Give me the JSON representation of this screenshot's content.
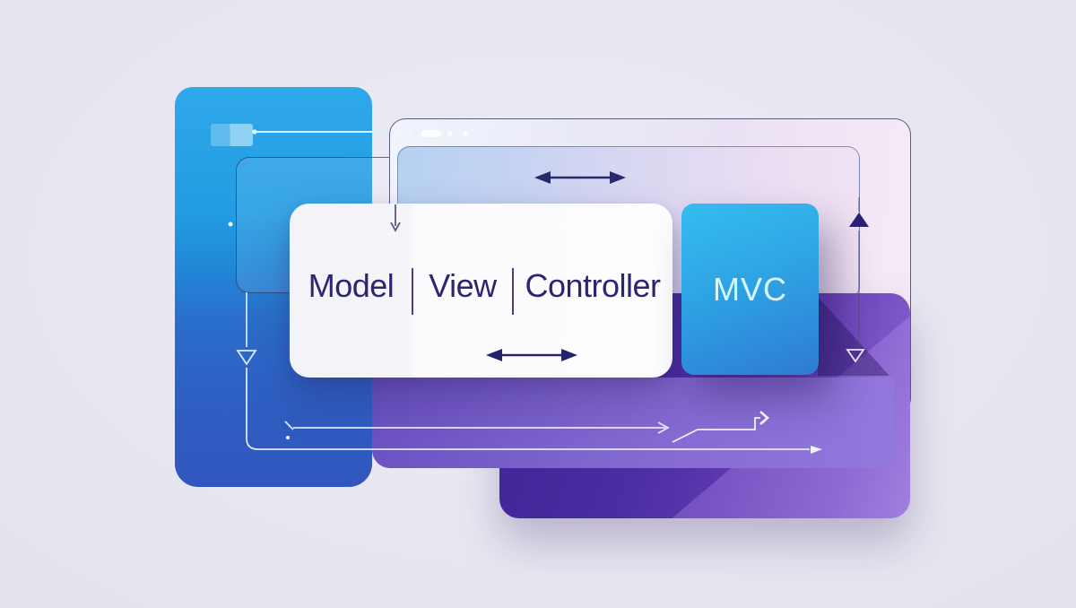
{
  "diagram": {
    "title": "MVC architecture illustration",
    "labels": {
      "model": "Model",
      "view": "View",
      "controller": "Controller",
      "badge": "MVC"
    },
    "icons": {
      "window_controls": "window-controls-icon",
      "top_arrow": "double-arrow-horizontal-icon",
      "card_arrow": "double-arrow-horizontal-icon",
      "entry_arrow": "arrow-down-icon",
      "right_up_triangle": "triangle-up-icon",
      "right_down_triangle": "triangle-down-outline-icon",
      "left_down_triangle": "triangle-down-outline-icon",
      "flow_chevron": "chevron-right-icon",
      "flow_arrowhead": "arrow-right-icon"
    },
    "colors": {
      "background": "#e6e5ef",
      "blue_panel_top": "#2fa9ea",
      "blue_panel_bottom": "#3156bd",
      "purple_panel_dark": "#482ca0",
      "purple_band": "#8066cf",
      "window_fill": "#eaeaf7",
      "inner_window_left": "#b5d1f2",
      "inner_window_right": "#f0e3f3",
      "card_background": "#fdfdff",
      "card_text": "#2b2670",
      "arrow_navy": "#29286f",
      "mvc_card_top": "#35bdef",
      "mvc_card_bottom": "#2f7ad5",
      "mvc_text": "#d9f7fd",
      "flow_line_light": "#eef4fe"
    }
  }
}
